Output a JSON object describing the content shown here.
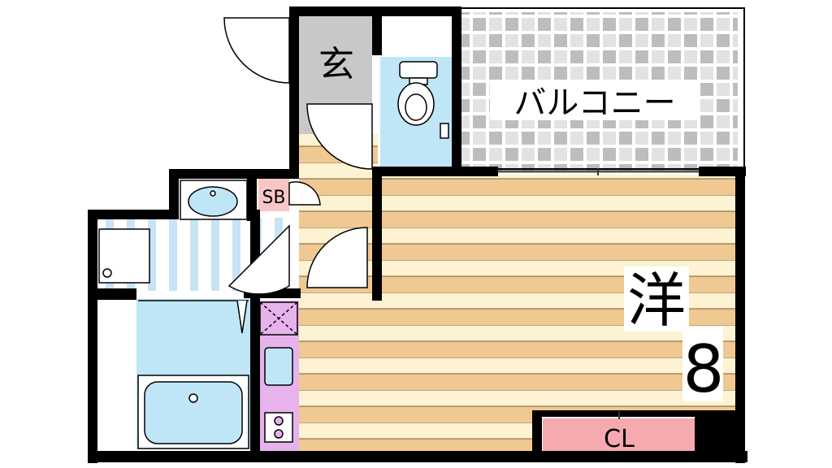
{
  "floorplan": {
    "rooms": {
      "entrance": "玄",
      "balcony": "バルコニー",
      "western_room": "洋",
      "western_room_size": "8",
      "closet": "CL",
      "shoe_box": "SB"
    },
    "colors": {
      "wall": "#000000",
      "floor_wood_light": "#fdf3d2",
      "floor_wood_dark": "#f0c891",
      "entrance_floor": "#c8c8c8",
      "balcony_tile_light": "#ffffff",
      "balcony_tile_dark": "#bfbfbf",
      "water_room": "#bfe6f7",
      "kitchen": "#e7b3ec",
      "closet": "#f6a9ae",
      "shoe_box": "#f8c6c6"
    },
    "fixtures": [
      "door-icon",
      "toilet-icon",
      "washbasin-icon",
      "bathtub-icon",
      "washing-machine-icon",
      "sink-icon",
      "stove-icon",
      "window-icon"
    ]
  }
}
